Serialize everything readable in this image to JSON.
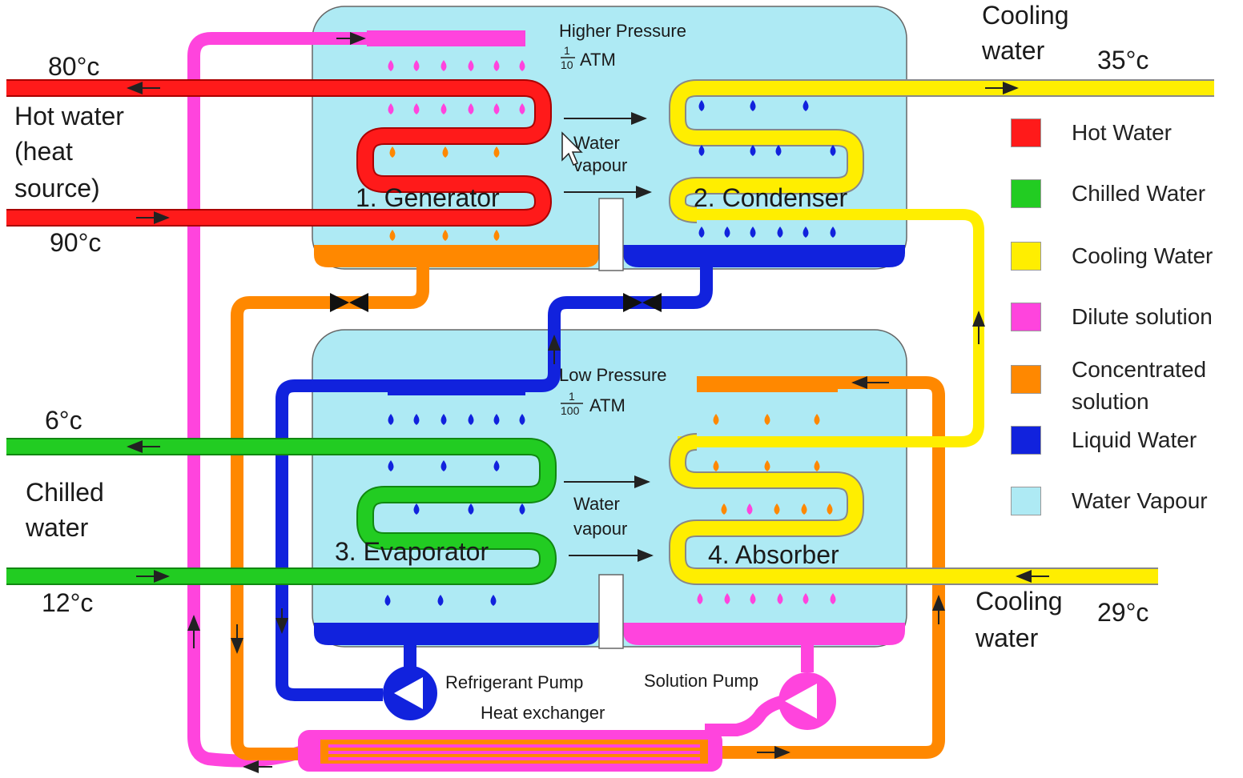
{
  "colors": {
    "hot": "#ff1a1a",
    "chilled": "#22cc22",
    "cooling": "#ffee00",
    "dilute": "#ff44dd",
    "concentrated": "#ff8800",
    "liquid": "#1122dd",
    "vapour": "#aeeaf4"
  },
  "labels": {
    "generator": "1. Generator",
    "condenser": "2. Condenser",
    "evaporator": "3. Evaporator",
    "absorber": "4. Absorber",
    "higher_pressure": "Higher Pressure",
    "high_atm_num": "1",
    "high_atm_den": "10",
    "atm": "ATM",
    "low_pressure": "Low Pressure",
    "low_atm_num": "1",
    "low_atm_den": "100",
    "water_vapour_1a": "Water",
    "water_vapour_1b": "vapour",
    "water_vapour_2a": "Water",
    "water_vapour_2b": "vapour",
    "refrigerant_pump": "Refrigerant  Pump",
    "solution_pump": "Solution Pump",
    "heat_exchanger": "Heat exchanger",
    "hot_water_1": "Hot water",
    "hot_water_2": "(heat",
    "hot_water_3": "source)",
    "temp_80": "80°c",
    "temp_90": "90°c",
    "chilled_water_1": "Chilled",
    "chilled_water_2": "water",
    "temp_6": "6°c",
    "temp_12": "12°c",
    "cooling_water_top_1": "Cooling",
    "cooling_water_top_2": "water",
    "temp_35": "35°c",
    "cooling_water_bottom_1": "Cooling",
    "cooling_water_bottom_2": "water",
    "temp_29": "29°c"
  },
  "legend": [
    {
      "label": "Hot Water",
      "color": "#ff1a1a"
    },
    {
      "label": "Chilled Water",
      "color": "#22cc22"
    },
    {
      "label": "Cooling Water",
      "color": "#ffee00"
    },
    {
      "label": "Dilute solution",
      "color": "#ff44dd"
    },
    {
      "label": "Concentrated solution",
      "color": "#ff8800"
    },
    {
      "label": "Liquid Water",
      "color": "#1122dd"
    },
    {
      "label": "Water Vapour",
      "color": "#aeeaf4"
    }
  ]
}
